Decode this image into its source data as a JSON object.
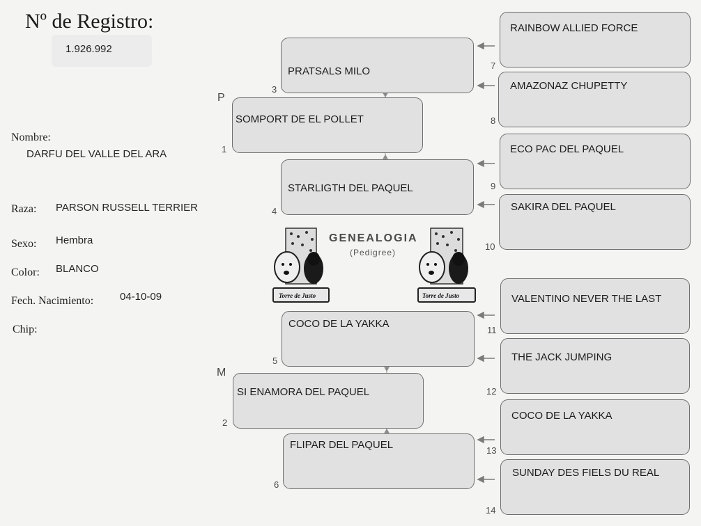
{
  "header": {
    "title": "Nº de Registro:",
    "registration_number": "1.926.992"
  },
  "dog": {
    "name_label": "Nombre:",
    "name": "DARFU DEL VALLE DEL ARA",
    "breed_label": "Raza:",
    "breed": "PARSON RUSSELL TERRIER",
    "sex_label": "Sexo:",
    "sex": "Hembra",
    "color_label": "Color:",
    "color": "BLANCO",
    "birth_label": "Fech. Nacimiento:",
    "birth_date": "04-10-09",
    "chip_label": "Chip:"
  },
  "pedigree": {
    "sire_marker": "P",
    "dam_marker": "M",
    "sire": {
      "num": "1",
      "name": "SOMPORT DE EL POLLET"
    },
    "dam": {
      "num": "2",
      "name": "SI ENAMORA DEL PAQUEL"
    },
    "grandparents": [
      {
        "num": "3",
        "name": "PRATSALS MILO"
      },
      {
        "num": "4",
        "name": "STARLIGTH DEL PAQUEL"
      },
      {
        "num": "5",
        "name": "COCO DE LA YAKKA"
      },
      {
        "num": "6",
        "name": "FLIPAR DEL PAQUEL"
      }
    ],
    "great_grandparents": [
      {
        "num": "7",
        "name": "RAINBOW ALLIED FORCE"
      },
      {
        "num": "8",
        "name": "AMAZONAZ CHUPETTY"
      },
      {
        "num": "9",
        "name": "ECO PAC DEL PAQUEL"
      },
      {
        "num": "10",
        "name": "SAKIRA DEL PAQUEL"
      },
      {
        "num": "11",
        "name": "VALENTINO NEVER THE LAST"
      },
      {
        "num": "12",
        "name": "THE JACK JUMPING"
      },
      {
        "num": "13",
        "name": "COCO DE LA YAKKA"
      },
      {
        "num": "14",
        "name": "SUNDAY DES FIELS DU REAL"
      }
    ]
  },
  "logo": {
    "heading": "GENEALOGIA",
    "subheading": "(Pedigree)",
    "badge_text": "Torre de Justo"
  }
}
